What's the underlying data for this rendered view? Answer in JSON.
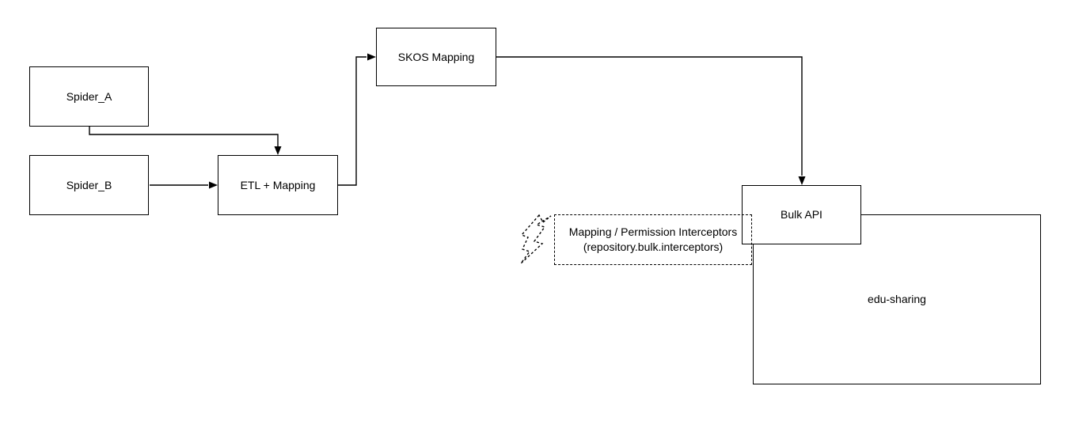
{
  "diagram": {
    "background_color": "#ffffff",
    "stroke_color": "#000000",
    "text_color": "#000000",
    "nodes": {
      "spider_a": {
        "label": "Spider_A",
        "shape": "rectangle",
        "border": "solid"
      },
      "spider_b": {
        "label": "Spider_B",
        "shape": "rectangle",
        "border": "solid"
      },
      "etl_mapping": {
        "label": "ETL + Mapping",
        "shape": "rectangle",
        "border": "solid"
      },
      "skos_mapping": {
        "label": "SKOS Mapping",
        "shape": "rectangle",
        "border": "solid"
      },
      "bulk_api": {
        "label": "Bulk API",
        "shape": "rectangle",
        "border": "solid"
      },
      "edu_sharing": {
        "label": "edu-sharing",
        "shape": "rectangle",
        "border": "solid"
      },
      "interceptors": {
        "label_line1": "Mapping / Permission Interceptors",
        "label_line2": "(repository.bulk.interceptors)",
        "shape": "rectangle",
        "border": "dashed"
      }
    },
    "edges": [
      {
        "from": "spider_a",
        "to": "etl_mapping",
        "arrow": "filled-triangle"
      },
      {
        "from": "spider_b",
        "to": "etl_mapping",
        "arrow": "filled-triangle"
      },
      {
        "from": "etl_mapping",
        "to": "skos_mapping",
        "arrow": "filled-triangle"
      },
      {
        "from": "skos_mapping",
        "to": "bulk_api",
        "arrow": "filled-triangle"
      }
    ],
    "icons": [
      {
        "name": "lightning-bolt-icon",
        "style": "dashed-outline",
        "attached_to": "interceptors"
      }
    ]
  }
}
